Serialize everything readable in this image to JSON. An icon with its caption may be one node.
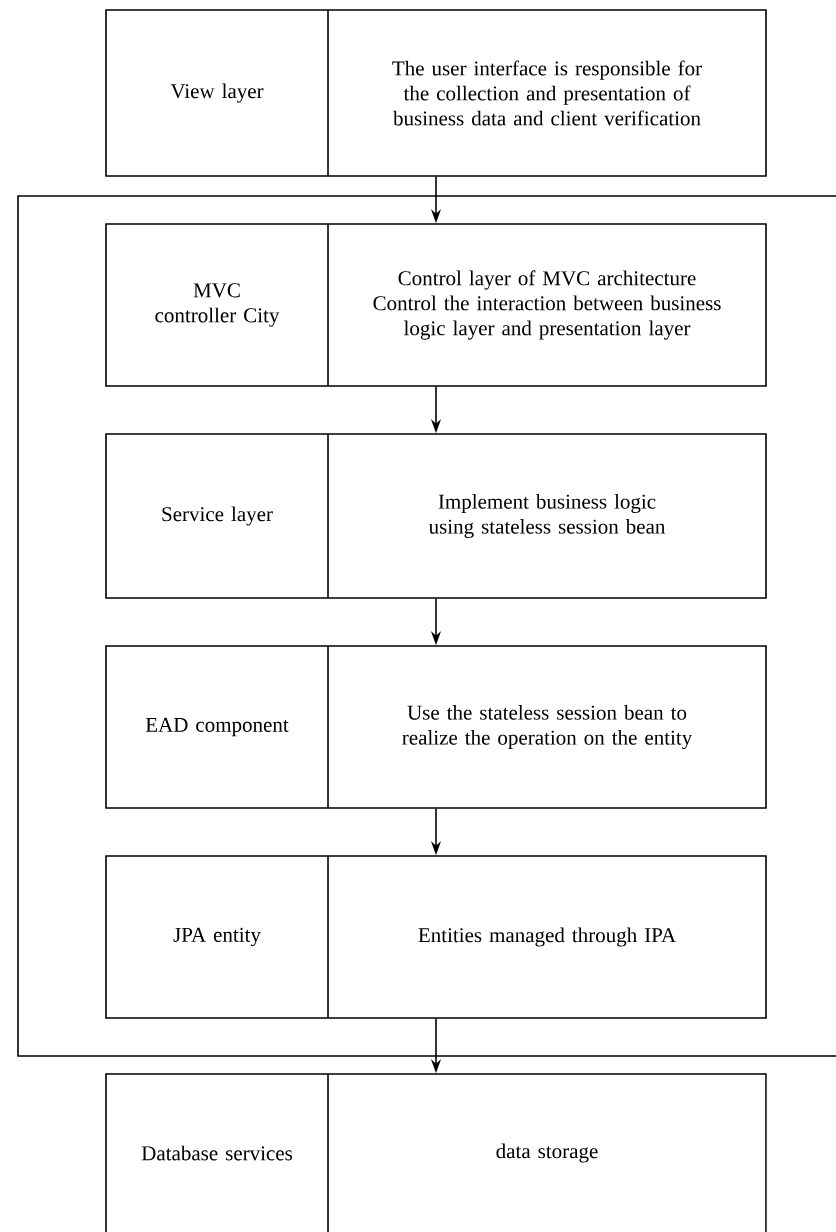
{
  "diagram": {
    "nodes": [
      {
        "text": [
          "View layer",
          "The user interface is responsible for the collection and presentation of business data and client verification"
        ]
      },
      {
        "text": [],
        "shape": "box"
      },
      {
        "text": [
          "MVC controller City",
          "Control layer of MVC architecture Control the interaction between business logic layer and presentation layer"
        ],
        "in": 1
      },
      {
        "text": [
          "Service layer",
          "Implement business logic using stateless session bean"
        ],
        "in": 1
      },
      {
        "text": [
          "EAD component",
          "Use the stateless session bean to realize the operation on the entity"
        ],
        "in": 1
      },
      {
        "text": [
          "JPA entity",
          "Entities managed through IPA"
        ],
        "in": 1
      },
      {
        "text": [
          "Database services",
          "data storage"
        ]
      }
    ],
    "edges": [
      {
        "from": 0,
        "to": 2,
        "arrow": "to"
      },
      {
        "from": 2,
        "to": 3,
        "arrow": "to"
      },
      {
        "from": 3,
        "to": 4,
        "arrow": "to"
      },
      {
        "from": 4,
        "to": 5,
        "arrow": "to"
      },
      {
        "from": 5,
        "to": 6,
        "arrow": "to"
      }
    ]
  }
}
